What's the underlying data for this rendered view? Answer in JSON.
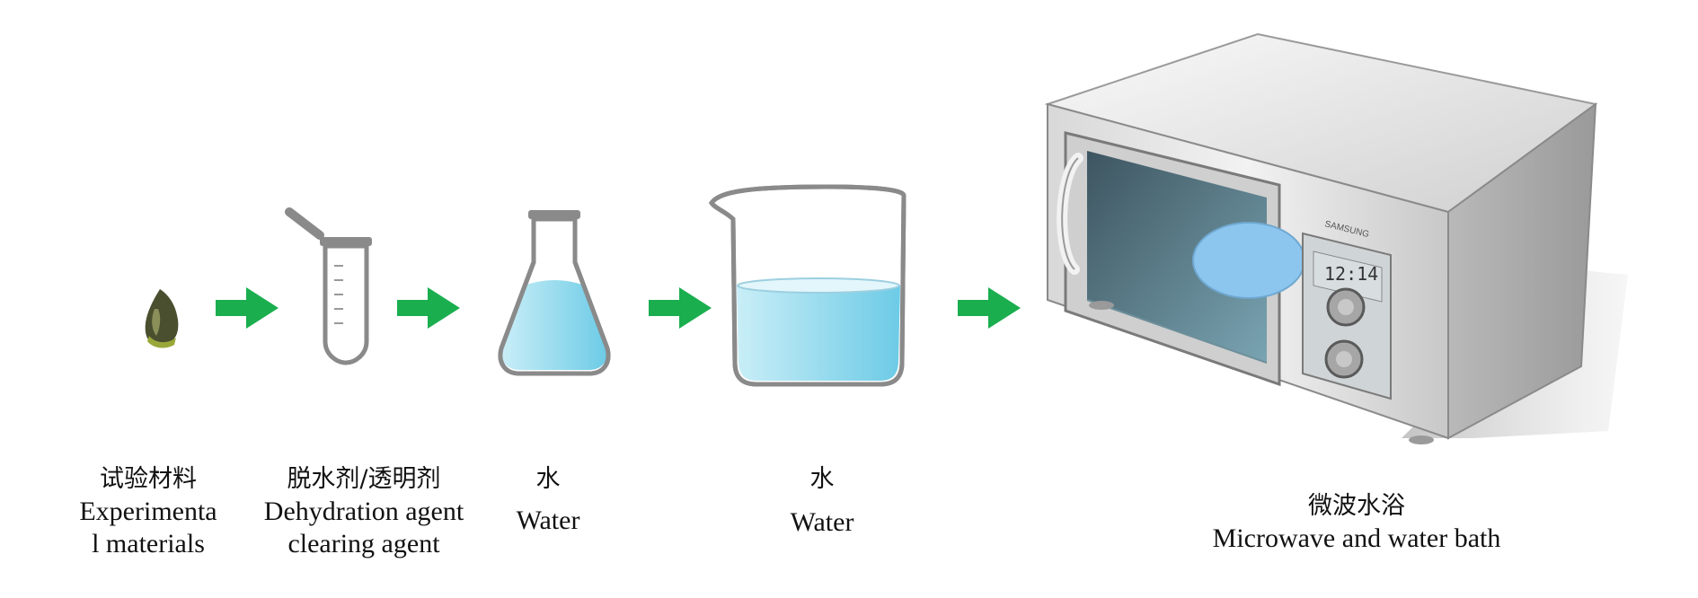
{
  "colors": {
    "arrow": "#1aae4f",
    "water": "#7fd3ea",
    "glass_outline": "#8a8a8a",
    "microwave_body": "#e4e4e4"
  },
  "steps": [
    {
      "zh": "试验材料",
      "en_lines": [
        "Experimenta",
        "l materials"
      ]
    },
    {
      "zh": "脱水剂/透明剂",
      "en_lines": [
        "Dehydration agent",
        "clearing agent"
      ]
    },
    {
      "zh": "水",
      "en_lines": [
        "Water"
      ]
    },
    {
      "zh": "水",
      "en_lines": [
        "Water"
      ]
    },
    {
      "zh": "微波水浴",
      "en_lines": [
        "Microwave and water bath"
      ]
    }
  ],
  "microwave": {
    "brand": "SAMSUNG",
    "display_time": "12:14"
  }
}
